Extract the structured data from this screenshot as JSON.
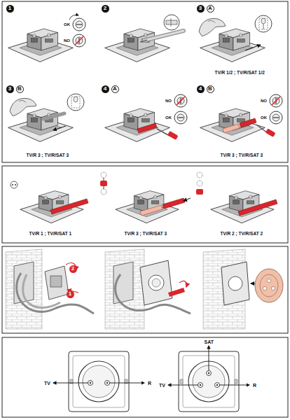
{
  "diagram": {
    "nodes": [
      {
        "text": [
          "1"
        ]
      },
      {
        "text": [
          "2"
        ]
      },
      {
        "text": [
          "3"
        ]
      },
      {
        "text": [
          "A"
        ]
      },
      {
        "text": [
          "3"
        ]
      },
      {
        "text": [
          "B"
        ]
      },
      {
        "text": [
          "4"
        ]
      },
      {
        "text": [
          "A"
        ]
      },
      {
        "text": [
          "4"
        ]
      },
      {
        "text": [
          "B"
        ]
      },
      {
        "text": [
          "2"
        ]
      },
      {
        "text": [
          "1"
        ]
      }
    ],
    "labels": [
      "OK",
      "NO",
      "TV/R 1/2 ; TV/R/SAT 1/2",
      "TV/R 3 ; TV/R/SAT 3",
      "NO",
      "OK",
      "NO",
      "OK",
      "TV/R 3 ; TV/R/SAT 3",
      "TV/R 1 ; TV/R/SAT 1",
      "TV/R 3 ; TV/R/SAT 3",
      "TV/R 2 ; TV/R/SAT 2",
      "TV",
      "R",
      "SAT",
      "TV",
      "R"
    ]
  }
}
